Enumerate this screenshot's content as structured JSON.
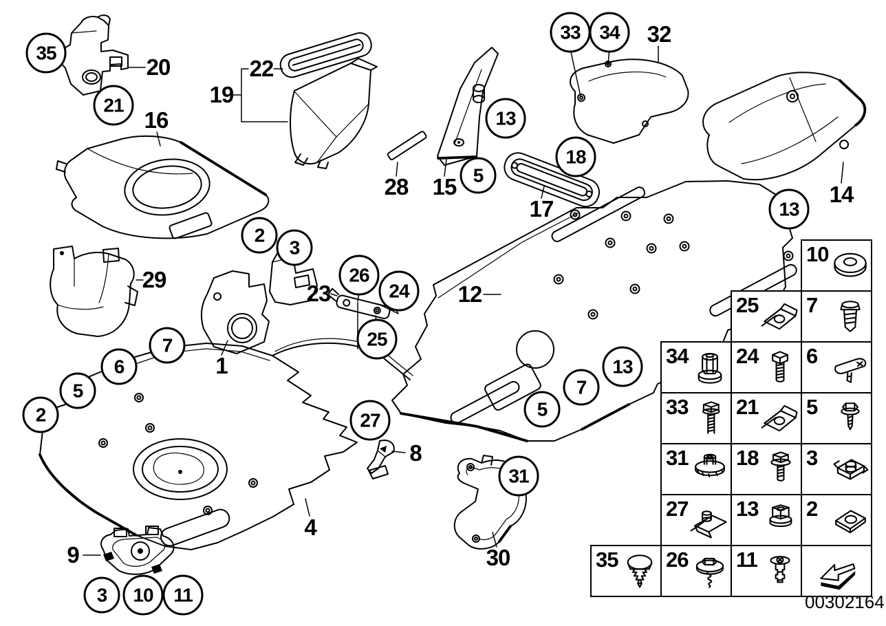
{
  "figure": {
    "type": "vehicle-underbody-parts-diagram",
    "id_label": "00302164",
    "line_color": "#000000",
    "background": "#ffffff"
  },
  "callouts": {
    "circled": [
      "35",
      "21",
      "13",
      "5",
      "33",
      "34",
      "18",
      "13",
      "2",
      "3",
      "26",
      "24",
      "25",
      "7",
      "6",
      "5",
      "2",
      "13",
      "7",
      "5",
      "27",
      "31",
      "3",
      "10",
      "11"
    ],
    "plain": [
      "20",
      "19",
      "22",
      "16",
      "28",
      "15",
      "17",
      "32",
      "14",
      "29",
      "23",
      "12",
      "1",
      "9",
      "4",
      "8",
      "30"
    ]
  },
  "fastener_table": {
    "cells": [
      {
        "num": "10",
        "icon": "flat-washer"
      },
      {
        "num": "25",
        "icon": "cage-clip"
      },
      {
        "num": "7",
        "icon": "expansion-rivet"
      },
      {
        "num": "34",
        "icon": "cap-nut"
      },
      {
        "num": "24",
        "icon": "hex-bolt"
      },
      {
        "num": "6",
        "icon": "blade-clip"
      },
      {
        "num": "33",
        "icon": "hex-bolt-long"
      },
      {
        "num": "21",
        "icon": "cage-clip"
      },
      {
        "num": "5",
        "icon": "hex-washer-screw"
      },
      {
        "num": "31",
        "icon": "flange-nut-washer"
      },
      {
        "num": "18",
        "icon": "hex-flange-bolt"
      },
      {
        "num": "3",
        "icon": "cage-nut"
      },
      {
        "num": "27",
        "icon": "stud-clip"
      },
      {
        "num": "13",
        "icon": "hex-flange-nut"
      },
      {
        "num": "2",
        "icon": "speed-nut"
      },
      {
        "num": "35",
        "icon": "dome-rivet"
      },
      {
        "num": "26",
        "icon": "washer-screw"
      },
      {
        "num": "11",
        "icon": "stepped-screw"
      },
      {
        "num": "",
        "icon": "direction-arrow"
      }
    ]
  }
}
